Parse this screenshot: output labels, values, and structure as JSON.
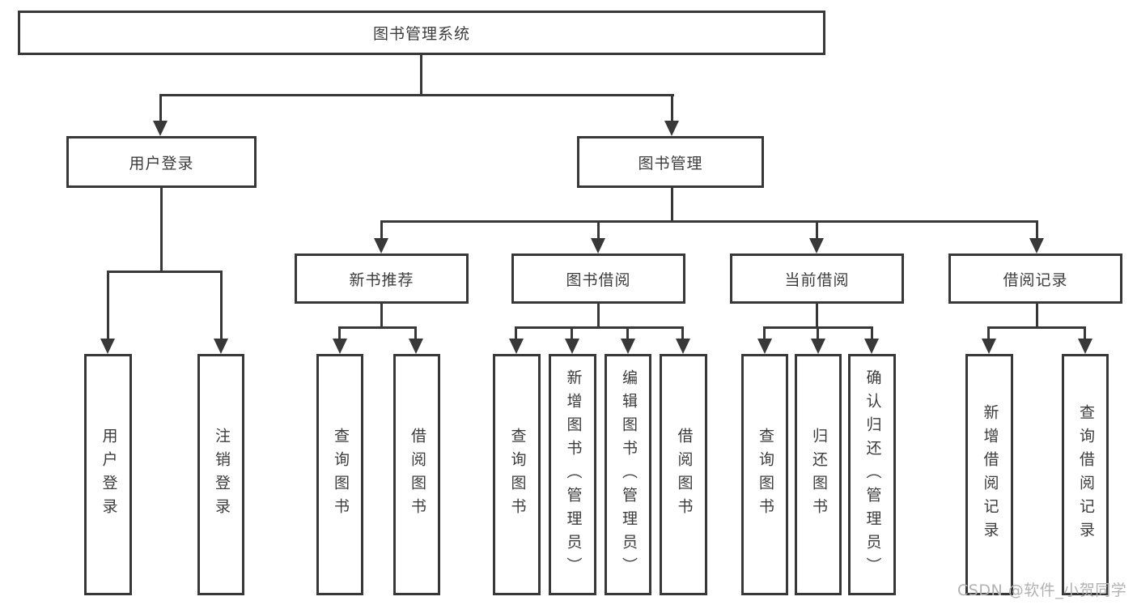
{
  "diagram": {
    "root": {
      "label": "图书管理系统"
    },
    "level2": [
      {
        "label": "用户登录",
        "leaves": [
          {
            "label": "用户登录"
          },
          {
            "label": "注销登录"
          }
        ]
      },
      {
        "label": "图书管理",
        "groups": [
          {
            "label": "新书推荐",
            "leaves": [
              {
                "label": "查询图书"
              },
              {
                "label": "借阅图书"
              }
            ]
          },
          {
            "label": "图书借阅",
            "leaves": [
              {
                "label": "查询图书"
              },
              {
                "label": "新增图书（管理员）"
              },
              {
                "label": "编辑图书（管理员）"
              },
              {
                "label": "借阅图书"
              }
            ]
          },
          {
            "label": "当前借阅",
            "leaves": [
              {
                "label": "查询图书"
              },
              {
                "label": "归还图书"
              },
              {
                "label": "确认归还（管理员）"
              }
            ]
          },
          {
            "label": "借阅记录",
            "leaves": [
              {
                "label": "新增借阅记录"
              },
              {
                "label": "查询借阅记录"
              }
            ]
          }
        ]
      }
    ]
  },
  "watermark": {
    "text": "CSDN @软件_小贺同学"
  },
  "colors": {
    "line": "#383838",
    "text": "#3c3c3c",
    "watermark": "#b2b2b2",
    "background": "#ffffff"
  }
}
